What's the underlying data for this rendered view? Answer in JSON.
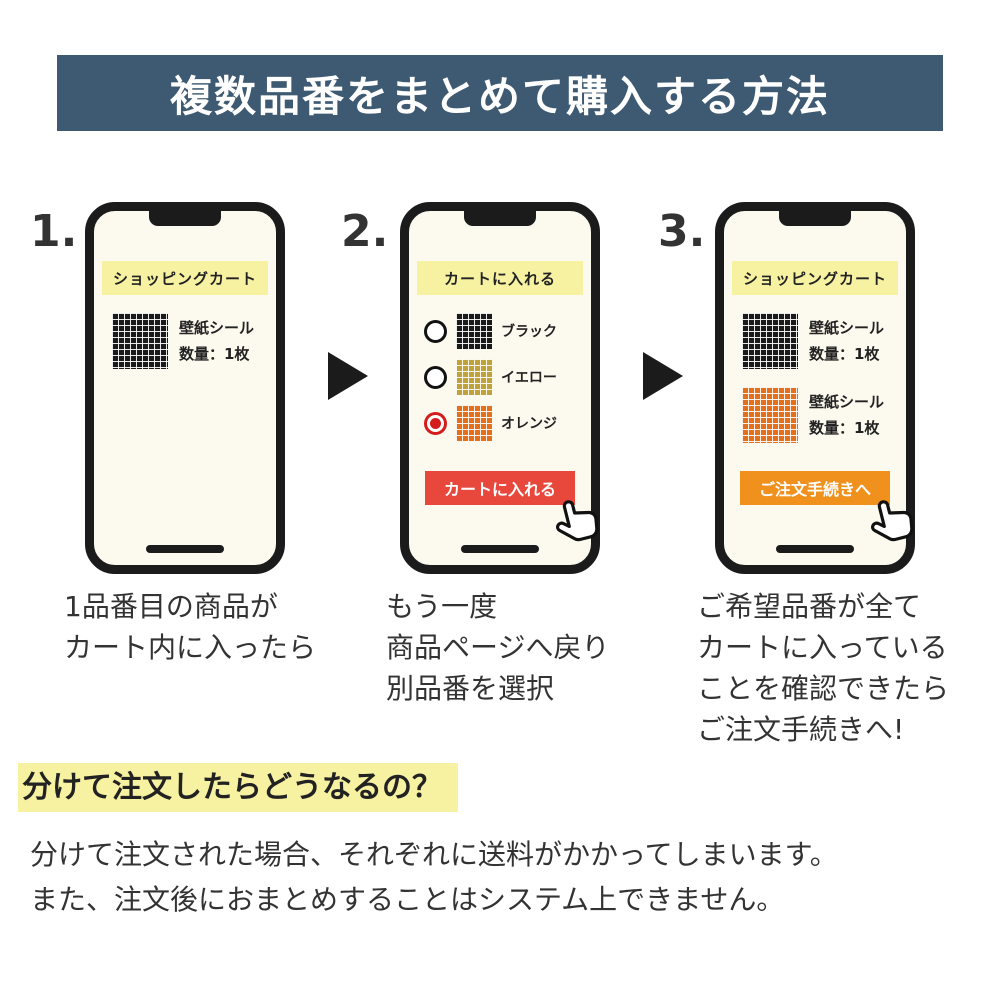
{
  "banner": {
    "title": "複数品番をまとめて購入する方法"
  },
  "steps": [
    {
      "number": "1.",
      "header": "ショッピングカート",
      "items": [
        {
          "swatch": "black",
          "line1": "壁紙シール",
          "line2": "数量：1枚"
        }
      ],
      "caption": [
        "1品番目の商品が",
        "カート内に入ったら"
      ]
    },
    {
      "number": "2.",
      "header": "カートに入れる",
      "options": [
        {
          "swatch": "black",
          "label": "ブラック",
          "selected": false
        },
        {
          "swatch": "yellow",
          "label": "イエロー",
          "selected": false
        },
        {
          "swatch": "orange",
          "label": "オレンジ",
          "selected": true
        }
      ],
      "button": "カートに入れる",
      "caption": [
        "もう一度",
        "商品ページへ戻り",
        "別品番を選択"
      ]
    },
    {
      "number": "3.",
      "header": "ショッピングカート",
      "items": [
        {
          "swatch": "black",
          "line1": "壁紙シール",
          "line2": "数量：1枚"
        },
        {
          "swatch": "orange",
          "line1": "壁紙シール",
          "line2": "数量：1枚"
        }
      ],
      "button": "ご注文手続きへ",
      "caption": [
        "ご希望品番が全て",
        "カートに入っている",
        "ことを確認できたら",
        "ご注文手続きへ!"
      ]
    }
  ],
  "faq": {
    "heading": "分けて注文したらどうなるの？",
    "body": [
      "分けて注文された場合、それぞれに送料がかかってしまいます。",
      "また、注文後におまとめすることはシステム上できません。"
    ]
  },
  "colors": {
    "banner": "#3e5a72",
    "highlight": "#f7f1a2",
    "screen": "#fcf9ee",
    "red_button": "#e8473c",
    "orange_button": "#f0911d",
    "radio_selected": "#d41c1c",
    "swatch_black": "#1a1a1a",
    "swatch_yellow": "#bfa23a",
    "swatch_orange": "#e2701c"
  }
}
